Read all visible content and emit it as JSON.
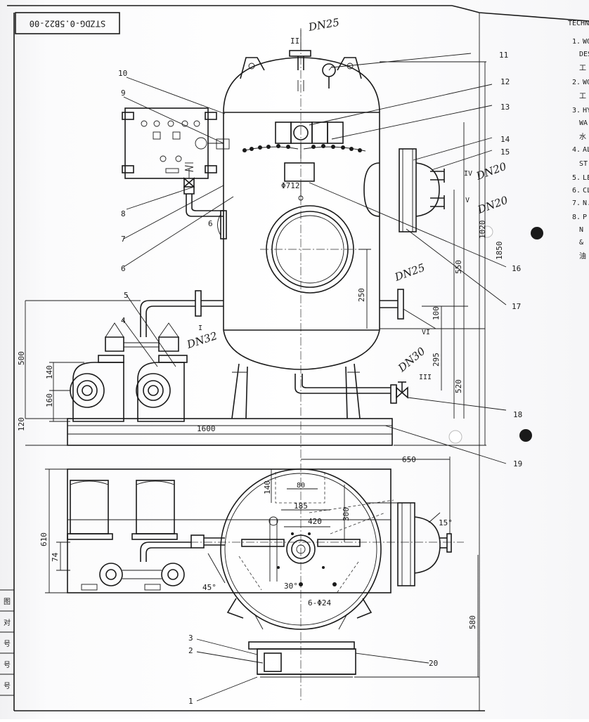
{
  "drawing_number": "STZDG-0.5B22-00",
  "technical_requirements": {
    "heading": "TECHN",
    "items": [
      {
        "num": "1.",
        "text": "WOR"
      },
      {
        "num": "",
        "text": "DES"
      },
      {
        "num": "",
        "text": "工"
      },
      {
        "num": "2.",
        "text": "WOR"
      },
      {
        "num": "",
        "text": "工"
      },
      {
        "num": "3.",
        "text": "HY"
      },
      {
        "num": "",
        "text": "WA"
      },
      {
        "num": "",
        "text": "水"
      },
      {
        "num": "4.",
        "text": "AL"
      },
      {
        "num": "",
        "text": "ST"
      },
      {
        "num": "5.",
        "text": "LE"
      },
      {
        "num": "6.",
        "text": "CL"
      },
      {
        "num": "7.",
        "text": "N."
      },
      {
        "num": "8.",
        "text": "P"
      },
      {
        "num": "",
        "text": "N"
      },
      {
        "num": "",
        "text": "&"
      },
      {
        "num": "",
        "text": "油"
      }
    ]
  },
  "part_numbers": [
    "1",
    "2",
    "3",
    "4",
    "5",
    "6",
    "7",
    "8",
    "9",
    "10",
    "11",
    "12",
    "13",
    "14",
    "15",
    "16",
    "17",
    "18",
    "19",
    "20"
  ],
  "dimensions": {
    "base_length": "1600",
    "base_height": "120",
    "pump_height_500": "500",
    "pump_140": "140",
    "pump_160": "160",
    "right_1850": "1850",
    "right_1020": "1020",
    "right_550": "550",
    "right_520": "520",
    "right_295": "295",
    "right_100": "100",
    "manhole_250": "250",
    "shell_dia": "Φ712",
    "plan_650": "650",
    "plan_610": "610",
    "plan_74": "74",
    "plan_580": "580",
    "plan_140": "140",
    "plan_80": "80",
    "plan_185": "185",
    "plan_300": "300",
    "plan_420": "420",
    "bolt_holes": "6-Φ24",
    "angle_45": "45°",
    "angle_30": "30°",
    "angle_15": "15°",
    "view_6": "6"
  },
  "nozzles": {
    "I": "I",
    "II": "II",
    "III": "III",
    "IV": "IV",
    "V": "V",
    "VI": "VI"
  },
  "handwritten": {
    "top": "DN25",
    "n_i": "DN32",
    "n_vi": "DN25",
    "n_iii": "DN30",
    "n_iv": "DN20",
    "n_v": "DN20"
  },
  "side_labels": [
    "图",
    "对",
    "号",
    "号",
    "号"
  ]
}
